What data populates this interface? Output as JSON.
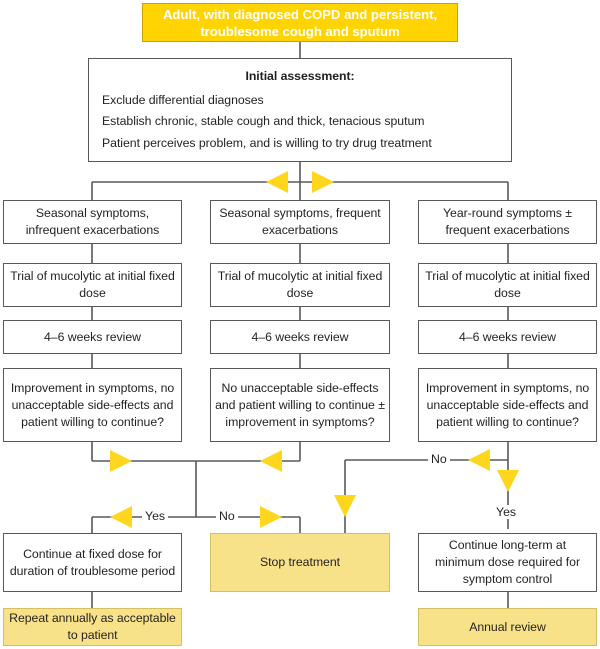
{
  "diagram": {
    "title_box": {
      "text": "Adult, with diagnosed COPD and persistent, troublesome cough and sputum",
      "line1": "Adult, with diagnosed COPD and persistent,",
      "line2": "troublesome cough and sputum"
    },
    "assessment": {
      "heading": "Initial assessment:",
      "items": [
        "Exclude differential diagnoses",
        "Establish chronic, stable cough and thick, tenacious sputum",
        "Patient perceives problem, and is willing to try drug treatment"
      ]
    },
    "columns": [
      {
        "id": "left",
        "category": "Seasonal symptoms, infrequent exacerbations",
        "trial": "Trial of mucolytic at initial fixed dose",
        "review": "4–6 weeks review",
        "decision": "Improvement in symptoms, no unacceptable side-effects and patient willing to continue?",
        "outcome": "Continue at fixed dose for duration of troublesome period",
        "followup": "Repeat annually as acceptable to patient"
      },
      {
        "id": "middle",
        "category": "Seasonal symptoms, frequent exacerbations",
        "trial": "Trial of mucolytic at initial fixed dose",
        "review": "4–6 weeks review",
        "decision": "No unacceptable side-effects and patient willing to continue ± improvement in symptoms?",
        "outcome": "Stop treatment",
        "followup": null
      },
      {
        "id": "right",
        "category": "Year-round symptoms ± frequent exacerbations",
        "trial": "Trial of mucolytic at initial fixed dose",
        "review": "4–6 weeks review",
        "decision": "Improvement in symptoms, no unacceptable side-effects and patient willing to continue?",
        "outcome": "Continue long-term at minimum dose required for symptom control",
        "followup": "Annual review"
      }
    ],
    "edge_labels": {
      "left_yes": "Yes",
      "left_no": "No",
      "right_no": "No",
      "right_yes": "Yes"
    },
    "colors": {
      "strong_yellow": "#ffd400",
      "light_yellow": "#f8e289",
      "arrow_yellow": "#ffd61e",
      "line": "#58585a",
      "text": "#231f20"
    }
  }
}
